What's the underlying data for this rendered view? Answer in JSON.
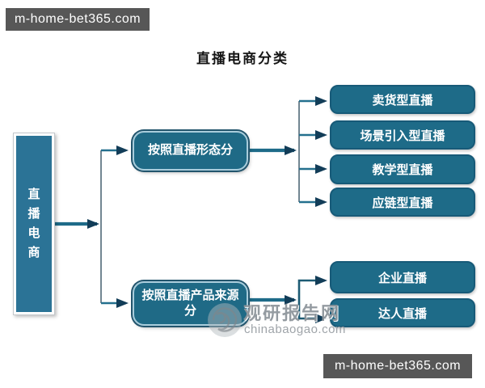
{
  "title": "直播电商分类",
  "watermark_top": {
    "label": "m-home-bet365.com"
  },
  "watermark_bottom": {
    "label": "m-home-bet365.com"
  },
  "watermark_center": {
    "site_name": "观研报告网",
    "site_url": "chinabaogao.com",
    "logo": "swirl-logo"
  },
  "diagram": {
    "root_label": "直播电商",
    "branches": [
      {
        "label": "按照直播形态分",
        "children": [
          {
            "label": "卖货型直播"
          },
          {
            "label": "场景引入型直播"
          },
          {
            "label": "教学型直播"
          },
          {
            "label": "应链型直播"
          }
        ]
      },
      {
        "label": "按照直播产品来源分",
        "children": [
          {
            "label": "企业直播"
          },
          {
            "label": "达人直播"
          }
        ]
      }
    ]
  },
  "colors": {
    "node_fill": "#1f6a86",
    "root_fill": "#2b7396",
    "connector": "#1e6b89",
    "arrowhead": "#123d58",
    "watermark_bar": "#575757"
  }
}
